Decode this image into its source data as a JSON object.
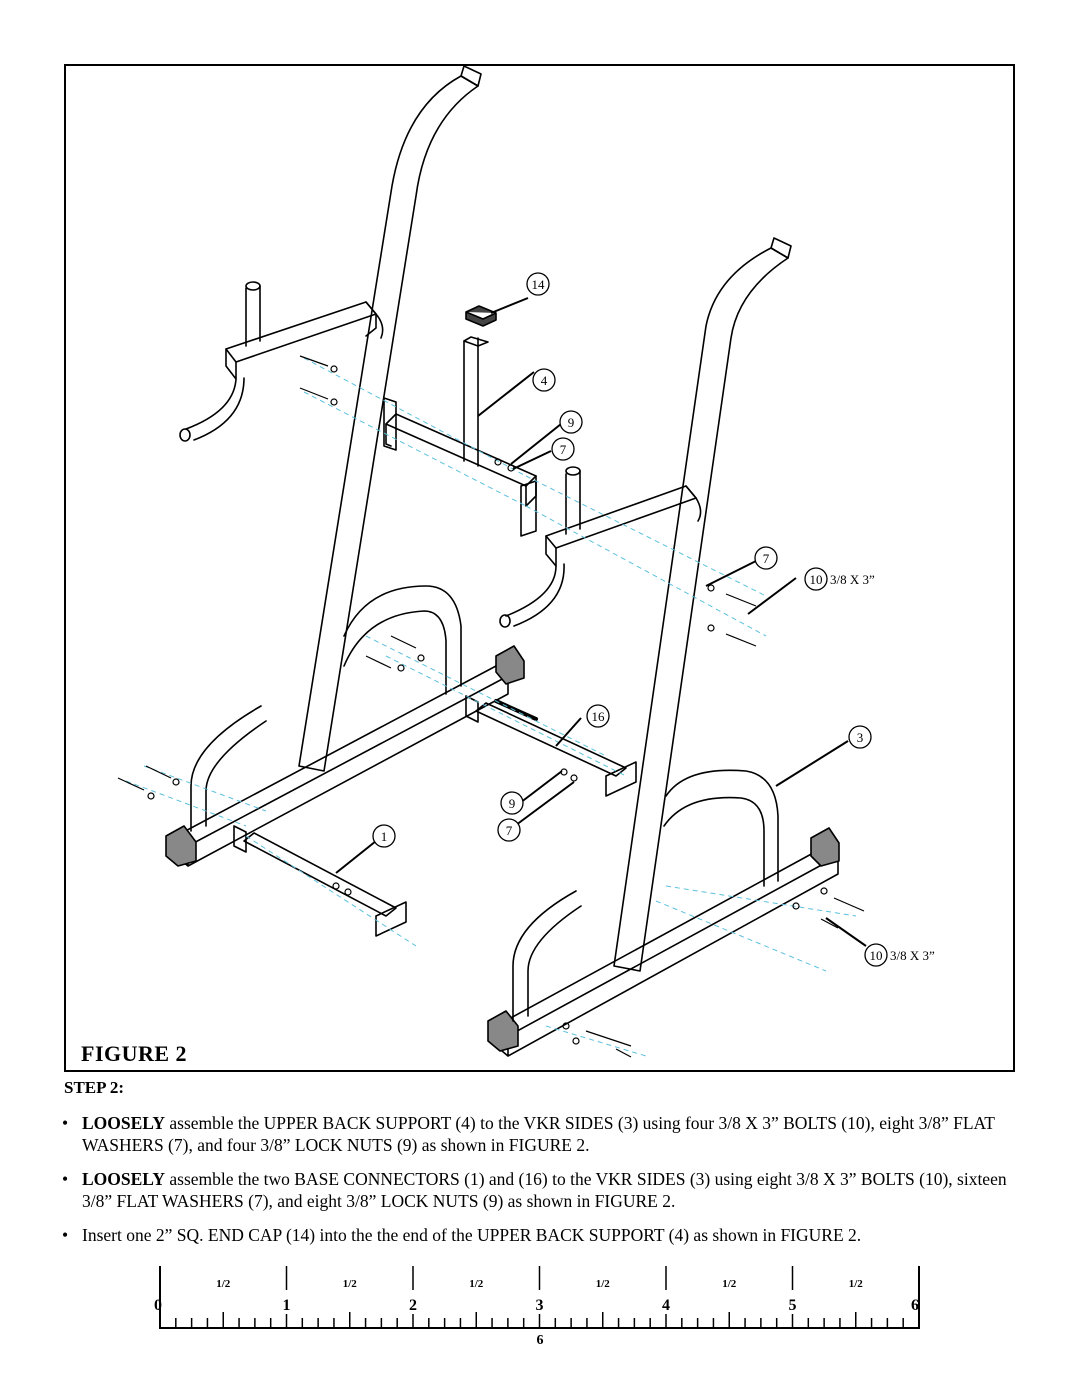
{
  "figure": {
    "title": "FIGURE  2",
    "callouts": {
      "c14": "14",
      "c4": "4",
      "c9a": "9",
      "c7a": "7",
      "c7b": "7",
      "c10a": "10",
      "c10a_size": "3/8 X 3”",
      "c16": "16",
      "c3": "3",
      "c9b": "9",
      "c7c": "7",
      "c1": "1",
      "c10b": "10",
      "c10b_size": "3/8 X 3”"
    }
  },
  "step": {
    "title": "STEP 2:",
    "bullets": [
      {
        "bold": "LOOSELY",
        "text": " assemble the UPPER BACK SUPPORT (4) to the VKR SIDES (3) using four 3/8 X 3” BOLTS (10), eight 3/8” FLAT WASHERS (7), and four 3/8” LOCK NUTS (9) as shown in FIGURE 2."
      },
      {
        "bold": "LOOSELY",
        "text": " assemble the two BASE CONNECTORS (1) and (16) to the VKR SIDES (3) using eight 3/8 X 3” BOLTS (10), sixteen 3/8” FLAT WASHERS (7), and eight 3/8” LOCK NUTS (9) as shown in FIGURE 2."
      },
      {
        "bold": "",
        "text": "Insert one  2” SQ. END CAP (14) into the  the end of the UPPER BACK SUPPORT (4) as shown in FIGURE 2."
      }
    ]
  },
  "ruler": {
    "numbers": [
      "0",
      "1",
      "2",
      "3",
      "4",
      "5",
      "6"
    ],
    "half_label": "1/2"
  },
  "page_number": "6"
}
